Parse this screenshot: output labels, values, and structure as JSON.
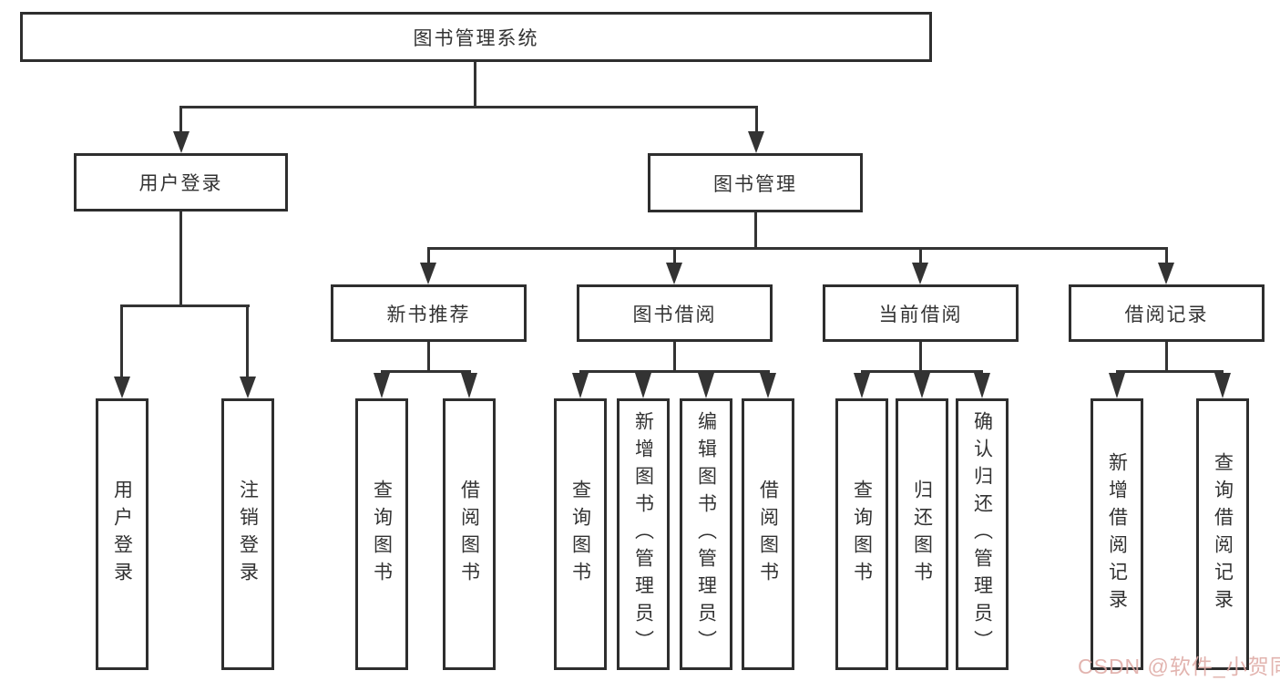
{
  "colors": {
    "background": "#ffffff",
    "line": "#333333",
    "box_border": "#2e2e2e",
    "text": "#333333",
    "watermark": "#dfaaa5"
  },
  "tree": {
    "root_label": "图书管理系统",
    "level2": [
      {
        "label": "用户登录",
        "leaves": [
          "用户登录",
          "注销登录"
        ]
      },
      {
        "label": "图书管理",
        "groups": [
          {
            "label": "新书推荐",
            "leaves": [
              "查询图书",
              "借阅图书"
            ]
          },
          {
            "label": "图书借阅",
            "leaves": [
              "查询图书",
              "新增图书（管理员）",
              "编辑图书（管理员）",
              "借阅图书"
            ]
          },
          {
            "label": "当前借阅",
            "leaves": [
              "查询图书",
              "归还图书",
              "确认归还（管理员）"
            ]
          },
          {
            "label": "借阅记录",
            "leaves": [
              "新增借阅记录",
              "查询借阅记录"
            ]
          }
        ]
      }
    ]
  },
  "watermark": {
    "text": "CSDN @软件_小贺同学"
  }
}
